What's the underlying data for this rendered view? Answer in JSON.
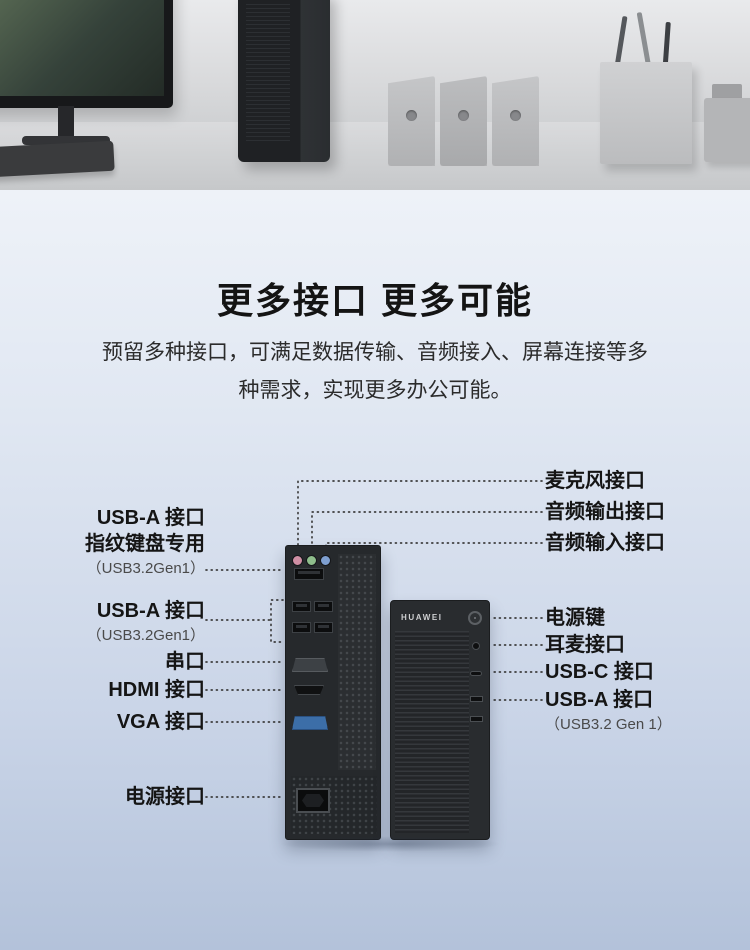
{
  "section": {
    "title": "更多接口 更多可能",
    "desc_line1": "预留多种接口，可满足数据传输、音频接入、屏幕连接等多",
    "desc_line2": "种需求，实现更多办公可能。"
  },
  "diagram": {
    "brand": "HUAWEI",
    "left": {
      "fingerprint_usb_line1": "USB-A 接口",
      "fingerprint_usb_line2": "指纹键盘专用",
      "fingerprint_usb_line3": "（USB3.2Gen1）",
      "rear_usb_line1": "USB-A 接口",
      "rear_usb_line2": "（USB3.2Gen1）",
      "serial": "串口",
      "hdmi": "HDMI 接口",
      "vga": "VGA 接口",
      "power": "电源接口"
    },
    "right": {
      "mic": "麦克风接口",
      "audio_out": "音频输出接口",
      "audio_in": "音频输入接口",
      "power_button": "电源键",
      "headset": "耳麦接口",
      "usb_c": "USB-C 接口",
      "usb_a": "USB-A 接口",
      "usb_a_sub": "（USB3.2 Gen 1）"
    },
    "port_colors": {
      "mic_jack": "#d08fa4",
      "line_out_jack": "#8fbe8c",
      "line_in_jack": "#7e9fd0",
      "vga_port": "#3c6ea8"
    }
  }
}
